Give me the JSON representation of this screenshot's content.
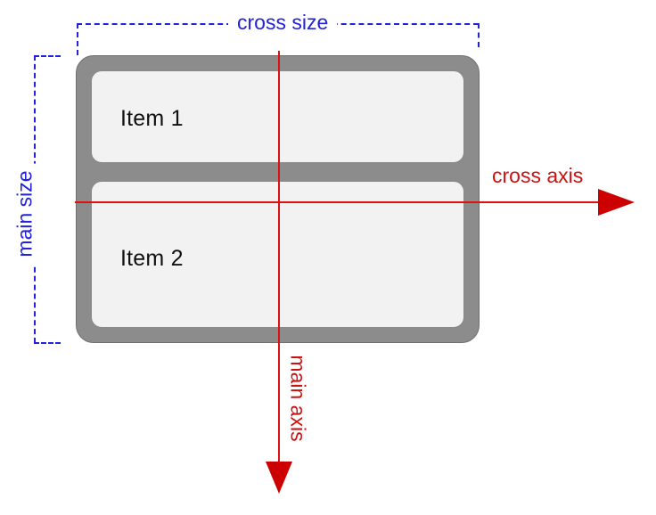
{
  "diagram": {
    "title": "flexbox column direction axes",
    "background": "#ffffff"
  },
  "container": {
    "name": "flex-container",
    "fill": "#8c8c8c",
    "stroke": "#6f6f6f"
  },
  "items": [
    {
      "label": "Item 1",
      "fill": "#f2f2f2",
      "stroke": "#8a8a8a"
    },
    {
      "label": "Item 2",
      "fill": "#f2f2f2",
      "stroke": "#8a8a8a"
    }
  ],
  "measurements": {
    "color": "#2222dd",
    "cross_size_label": "cross size",
    "main_size_label": "main size"
  },
  "axes": {
    "color": "#cc1111",
    "cross_axis_label": "cross axis",
    "main_axis_label": "main axis",
    "cross_axis_direction": "left-to-right",
    "main_axis_direction": "top-to-bottom"
  }
}
